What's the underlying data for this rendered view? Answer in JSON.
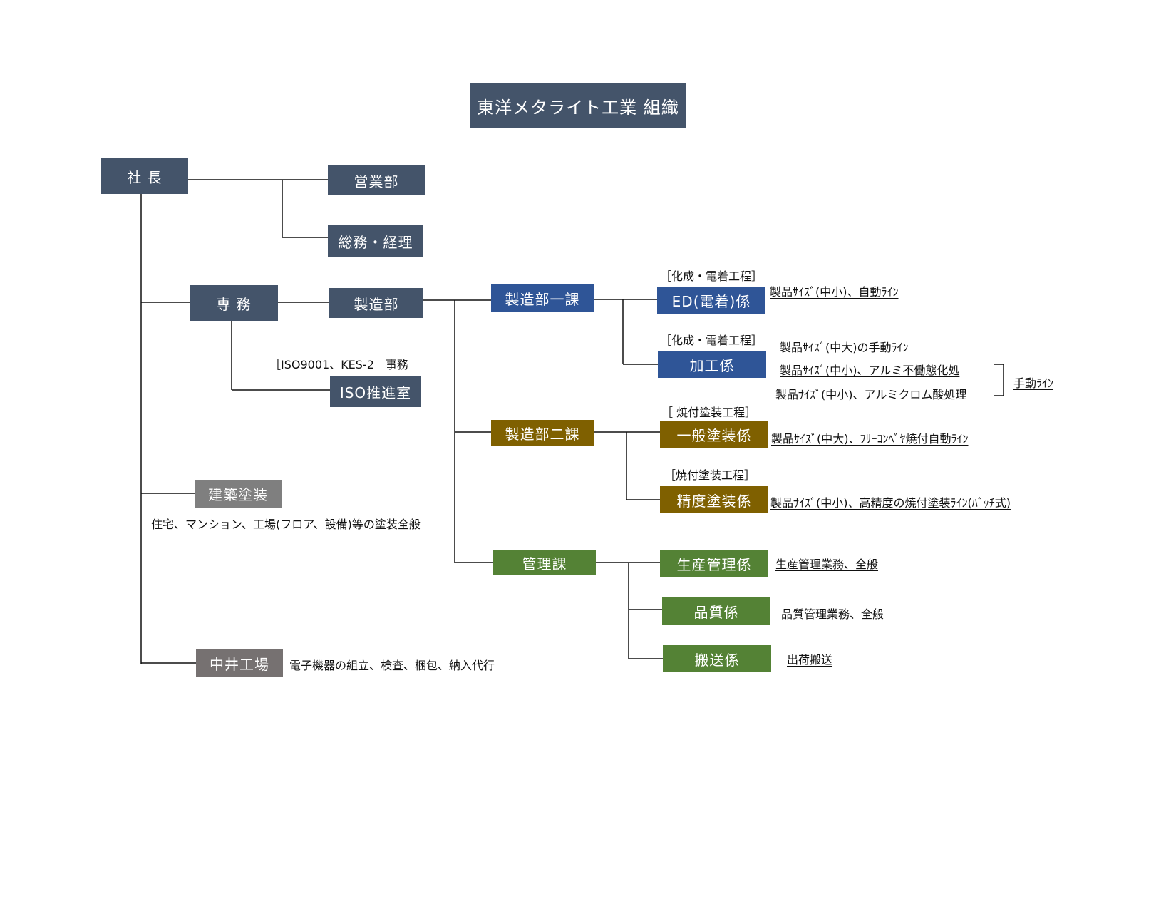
{
  "title": "東洋メタライト工業 組織",
  "boxes": {
    "president": "社 長",
    "sales": "営業部",
    "general_affairs": "総務・経理",
    "executive_director": "専 務",
    "manufacturing": "製造部",
    "iso_office": "ISO推進室",
    "mfg_section1": "製造部一課",
    "mfg_section2": "製造部二課",
    "management": "管理課",
    "ed_group": "ED(電着)係",
    "processing_group": "加工係",
    "general_coating": "一般塗装係",
    "precision_coating": "精度塗装係",
    "production_mgmt": "生産管理係",
    "quality": "品質係",
    "transport": "搬送係",
    "architectural": "建築塗装",
    "nakai_factory": "中井工場"
  },
  "notes": {
    "iso_note": "［ISO9001、KES-2　事務",
    "ed_process": "［化成・電着工程］",
    "ed_desc": "製品ｻｲｽﾞ(中小)、自動ﾗｲﾝ",
    "proc_process": "［化成・電着工程］",
    "proc_desc1": "製品ｻｲｽﾞ(中大)の手動ﾗｲﾝ",
    "proc_desc2": "製品ｻｲｽﾞ(中小)、アルミ不働態化処",
    "proc_desc3": "製品ｻｲｽﾞ(中小)、アルミクロム酸処理",
    "manual_line": "手動ﾗｲﾝ",
    "gen_process": "［ 焼付塗装工程］",
    "gen_desc": "製品ｻｲｽﾞ(中大)、ﾌﾘｰｺﾝﾍﾞﾔ焼付自動ﾗｲﾝ",
    "prec_process": "［焼付塗装工程］",
    "prec_desc": "製品ｻｲｽﾞ(中小)、高精度の焼付塗装ﾗｲﾝ(ﾊﾞｯﾁ式)",
    "prod_desc": "生産管理業務、全般",
    "quality_desc": "品質管理業務、全般",
    "transport_desc": "出荷搬送",
    "arch_desc": "住宅、マンション、工場(フロア、設備)等の塗装全般",
    "nakai_desc": "電子機器の組立、検査、梱包、納入代行"
  },
  "colors": {
    "slate": "#44546a",
    "blue": "#2f5597",
    "brown": "#7f6000",
    "green": "#548235",
    "gray": "#7f7f7f"
  }
}
